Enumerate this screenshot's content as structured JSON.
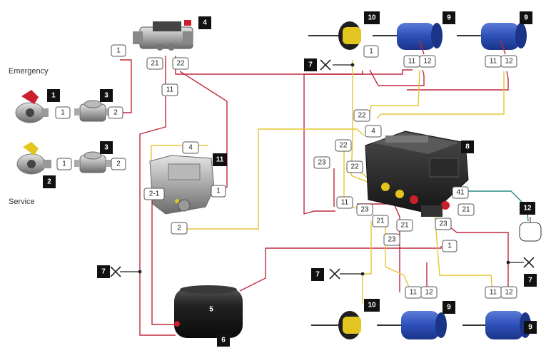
{
  "side_labels": {
    "emergency": "Emergency",
    "service": "Service"
  },
  "component_tags": {
    "t1": "1",
    "t2": "2",
    "t3a": "3",
    "t3b": "3",
    "t4": "4",
    "t5": "5",
    "t6": "6",
    "t7a": "7",
    "t7b": "7",
    "t7c": "7",
    "t7d": "7",
    "t8": "8",
    "t9a": "9",
    "t9b": "9",
    "t9c": "9",
    "t9d": "9",
    "t10a": "10",
    "t10b": "10",
    "t11": "11",
    "t12": "12"
  },
  "port_labels": {
    "p_v4_1": "1",
    "p_v4_21": "21",
    "p_v4_22": "22",
    "p_v4_11": "11",
    "p_h1_1": "1",
    "p_h1_2": "2",
    "p_h2_1": "1",
    "p_h2_2": "2",
    "p_v11_4": "4",
    "p_v11_21": "2-1",
    "p_v11_1": "1",
    "p_v11_2": "2",
    "p_b10a_1": "1",
    "p_c9a_11": "11",
    "p_c9a_12": "12",
    "p_c9b_11": "11",
    "p_c9b_12": "12",
    "p_m_22a": "22",
    "p_m_4": "4",
    "p_m_22b": "22",
    "p_m_22c": "22",
    "p_m_23a": "23",
    "p_m_11": "11",
    "p_m_23b": "23",
    "p_m_21a": "21",
    "p_m_21b": "21",
    "p_m_23c": "23",
    "p_m_41": "41",
    "p_m_21c": "21",
    "p_m_23d": "23",
    "p_m_1": "1",
    "p_c9c_11": "11",
    "p_c9c_12": "12",
    "p_c9d_11": "11",
    "p_c9d_12": "12"
  }
}
